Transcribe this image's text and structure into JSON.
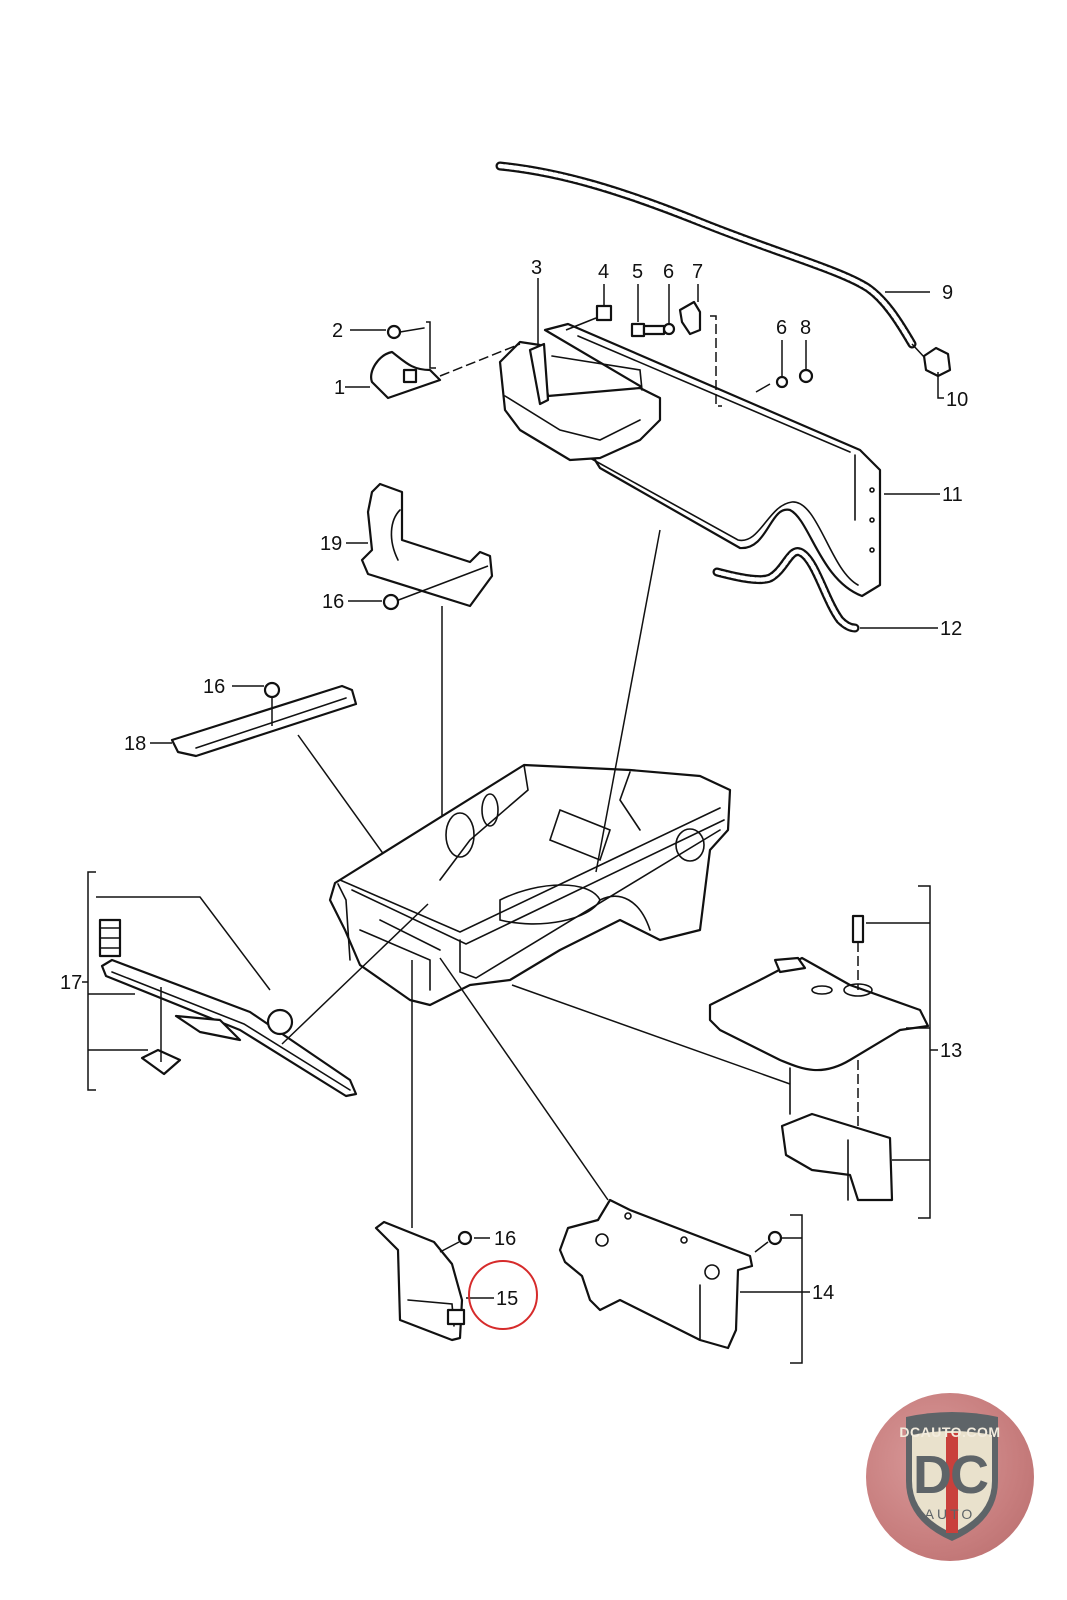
{
  "diagram": {
    "title": "Front luggage compartment / front body parts exploded view",
    "highlighted_callout": "15",
    "highlight_color": "#d62b2b",
    "callouts": [
      {
        "id": "c1",
        "label": "1",
        "part": "hood-lock-bracket"
      },
      {
        "id": "c2",
        "label": "2",
        "part": "screw"
      },
      {
        "id": "c3",
        "label": "3",
        "part": "seal-strip"
      },
      {
        "id": "c4",
        "label": "4",
        "part": "speed-nut"
      },
      {
        "id": "c5",
        "label": "5",
        "part": "bolt"
      },
      {
        "id": "c6a",
        "label": "6",
        "part": "washer"
      },
      {
        "id": "c7",
        "label": "7",
        "part": "bracket-clip"
      },
      {
        "id": "c6b",
        "label": "6",
        "part": "washer"
      },
      {
        "id": "c8",
        "label": "8",
        "part": "nut"
      },
      {
        "id": "c9",
        "label": "9",
        "part": "hood-seal"
      },
      {
        "id": "c10",
        "label": "10",
        "part": "seal-end-cap"
      },
      {
        "id": "c11",
        "label": "11",
        "part": "luggage-compartment-trim-panel"
      },
      {
        "id": "c12",
        "label": "12",
        "part": "edge-seal"
      },
      {
        "id": "c13",
        "label": "13",
        "part": "spare-wheel-support-set"
      },
      {
        "id": "c14",
        "label": "14",
        "part": "side-trim-panel-set"
      },
      {
        "id": "c15",
        "label": "15",
        "part": "front-bracket"
      },
      {
        "id": "c16a",
        "label": "16",
        "part": "nut"
      },
      {
        "id": "c16b",
        "label": "16",
        "part": "nut"
      },
      {
        "id": "c16c",
        "label": "16",
        "part": "nut"
      },
      {
        "id": "c17",
        "label": "17",
        "part": "front-crossmember-set"
      },
      {
        "id": "c18",
        "label": "18",
        "part": "upper-cross-trim"
      },
      {
        "id": "c19",
        "label": "19",
        "part": "side-bracket"
      }
    ]
  },
  "logo": {
    "site": "DCAUTO.COM",
    "brand": "DC",
    "sub": "AUTO",
    "colors": {
      "badge_bg": "#c77d7d",
      "shield": "#e9e1cc",
      "text": "#5e6468",
      "stripe": "#c9403c"
    }
  }
}
